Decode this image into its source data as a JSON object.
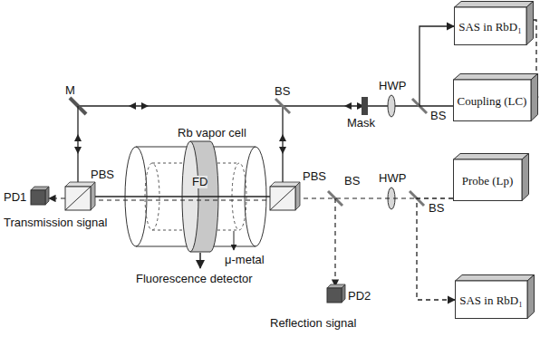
{
  "diagram": {
    "nodes": [
      {
        "text": [
          "SAS in RbD₁"
        ]
      },
      {
        "text": [
          "Coupling (LC)"
        ]
      },
      {
        "text": [
          "Probe (Lp)"
        ]
      },
      {
        "text": [
          "SAS in RbD₁"
        ]
      }
    ],
    "edges": [
      {
        "from": 0,
        "to": 1,
        "arrow": "to"
      },
      {
        "from": 1,
        "to": 0,
        "arrow": "to"
      },
      {
        "from": 2,
        "to": 3,
        "arrow": "to"
      }
    ],
    "labels": [
      "M",
      "BS",
      "Mask",
      "HWP",
      "BS",
      "Rb vapor cell",
      "PBS",
      "FD",
      "PBS",
      "BS",
      "HWP",
      "BS",
      "PD1",
      "μ-metal",
      "Transmission signal",
      "Fluorescence detector",
      "PD2",
      "Reflection signal"
    ]
  }
}
